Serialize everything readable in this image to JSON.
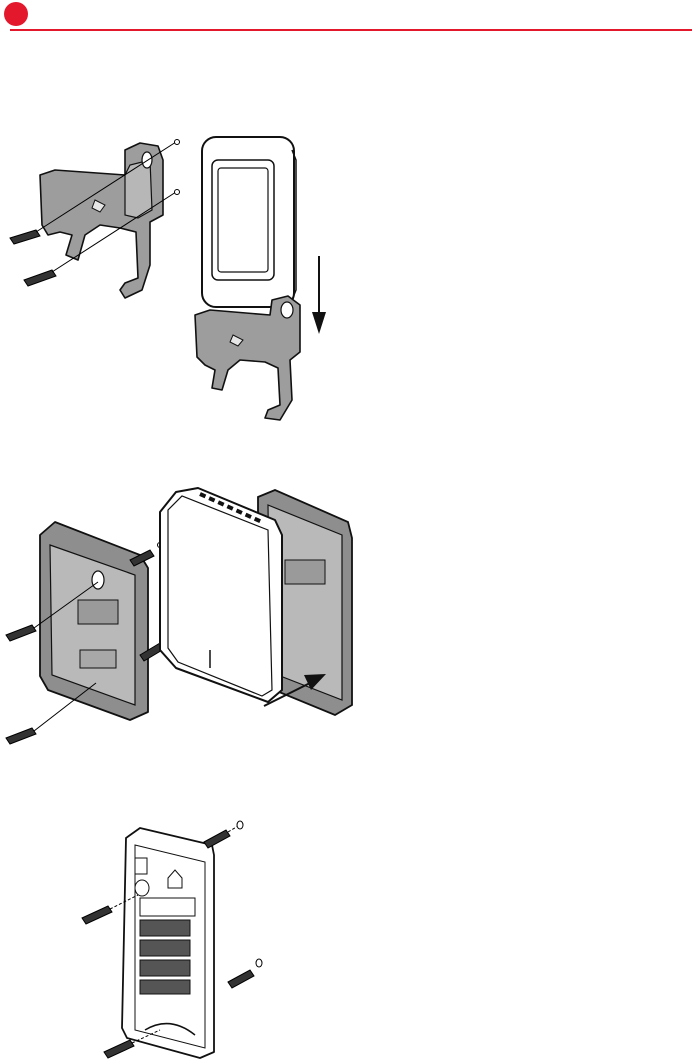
{
  "header": {
    "accent_color": "#e3182d",
    "marker_icon": "red-circle-icon"
  },
  "figures": [
    {
      "id": "fig1",
      "icons": [
        "bracket-icon",
        "screw-icon",
        "thermostat-cover-icon",
        "down-arrow-icon"
      ]
    },
    {
      "id": "fig2",
      "icons": [
        "wallplate-icon",
        "screw-icon",
        "thermostat-icon",
        "diagonal-arrow-icon"
      ]
    },
    {
      "id": "fig3",
      "icons": [
        "wallplate-icon",
        "screw-icon",
        "wall-anchor-icon"
      ]
    }
  ]
}
